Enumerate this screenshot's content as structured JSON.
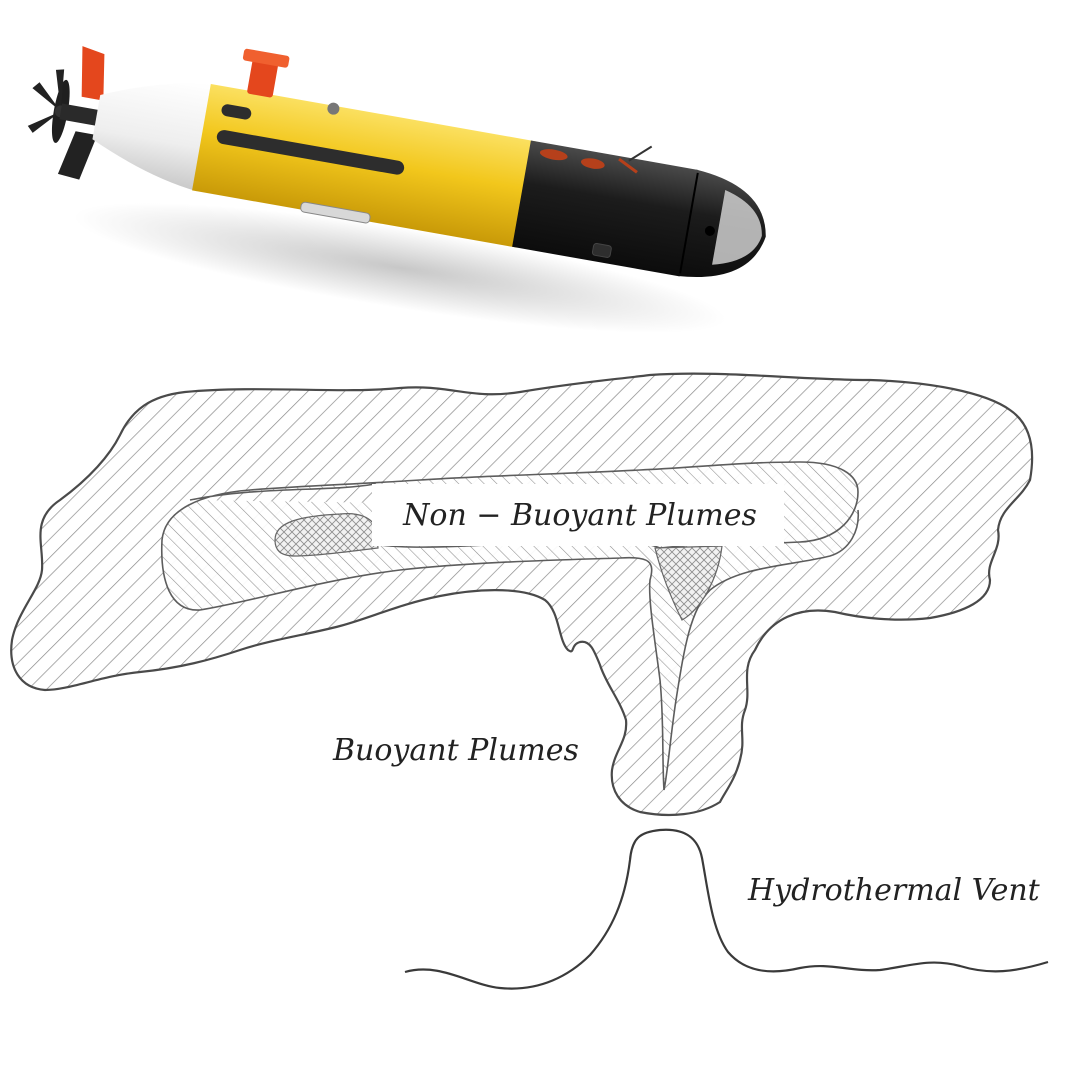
{
  "labels": {
    "non_buoyant": "Non − Buoyant Plumes",
    "buoyant": "Buoyant Plumes",
    "vent": "Hydrothermal Vent"
  },
  "icons": {
    "vehicle": "auv-icon"
  },
  "colors": {
    "auv_body_yellow": "#f2c71c",
    "auv_nose_black": "#1b1b1b",
    "auv_tail_white": "#f4f4f4",
    "auv_fin_orange": "#e4471d",
    "outline": "#4a4a4a",
    "hatch": "#8a8a8a"
  }
}
